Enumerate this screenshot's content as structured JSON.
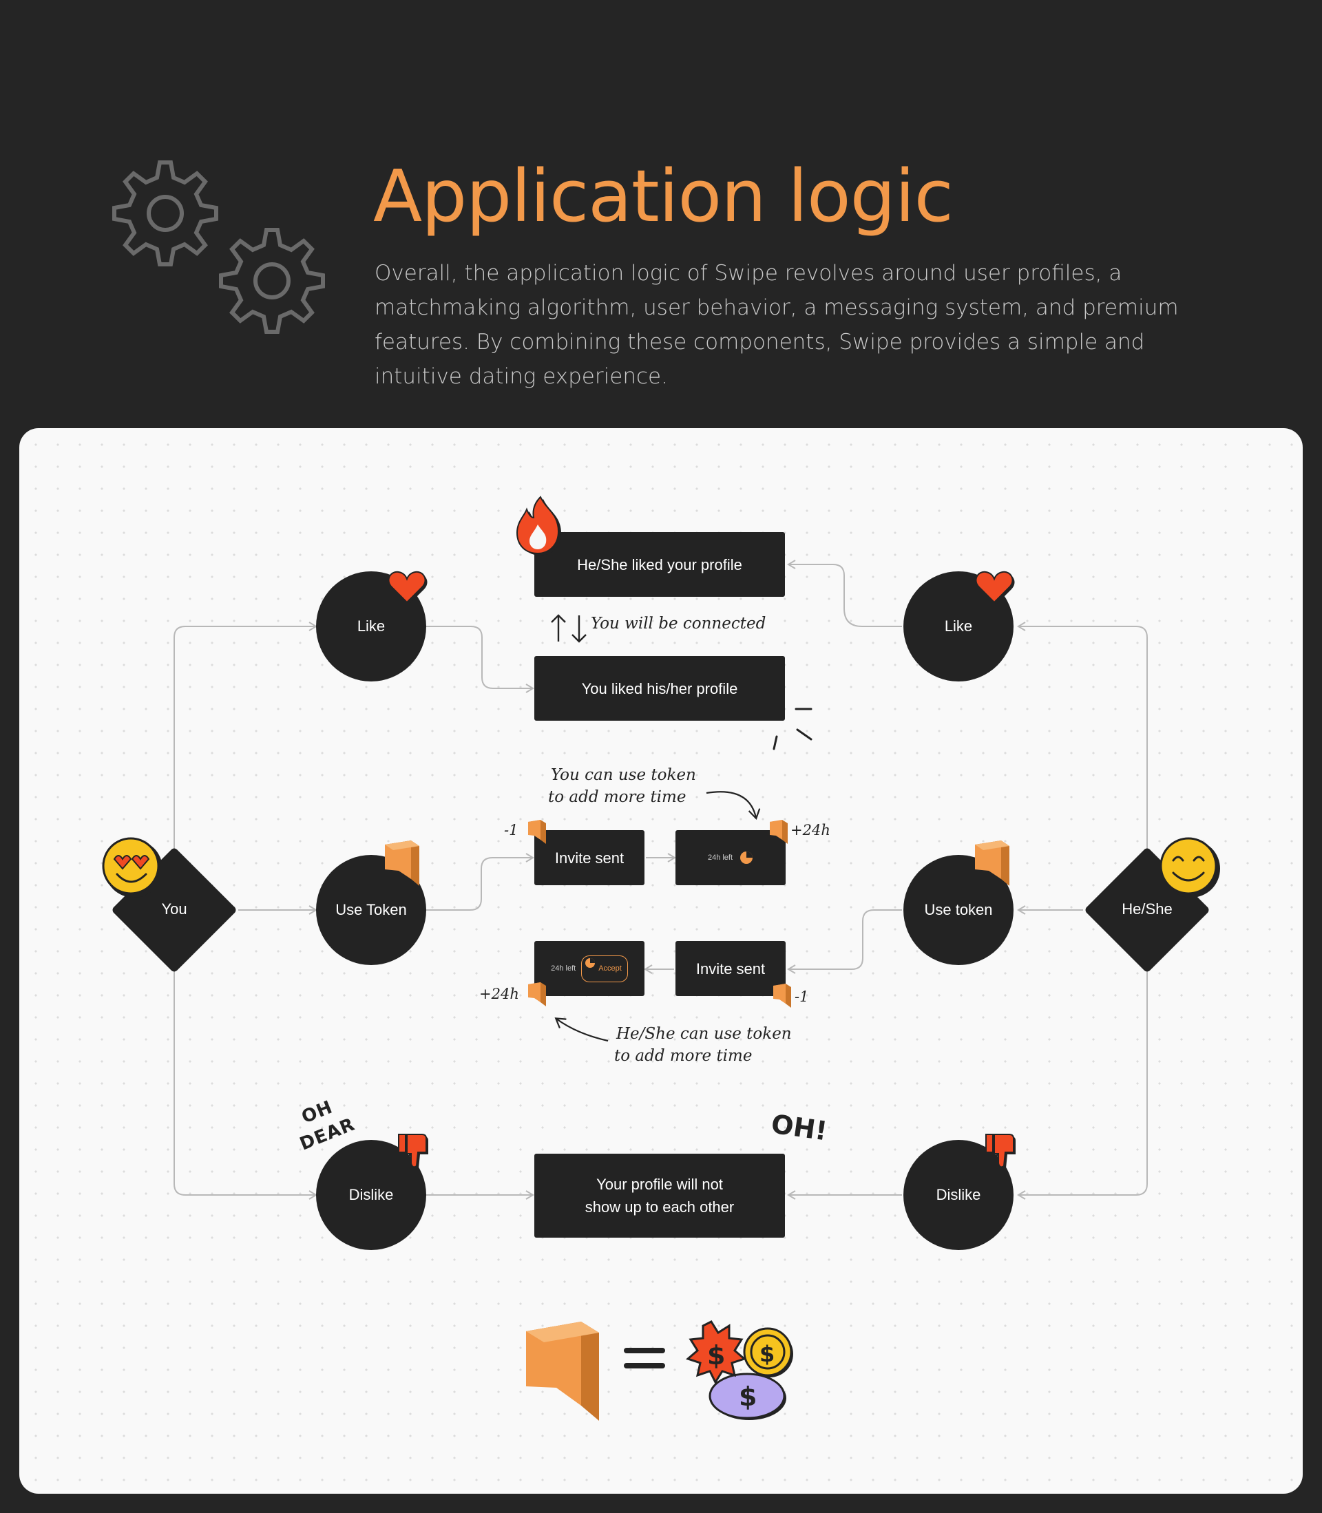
{
  "header": {
    "title": "Application logic",
    "description": "Overall, the application logic of Swipe revolves around user profiles, a matchmaking algorithm, user behavior, a messaging system, and premium features. By combining these components, Swipe provides a simple and intuitive dating experience."
  },
  "diagram": {
    "you": "You",
    "heshe": "He/She",
    "left": {
      "like": "Like",
      "token": "Use Token",
      "dislike": "Dislike"
    },
    "right": {
      "like": "Like",
      "token": "Use token",
      "dislike": "Dislike"
    },
    "boxes": {
      "liked_you": "He/She liked your profile",
      "you_liked": "You liked his/her profile",
      "invite_top": "Invite sent",
      "timer_top": "24h left",
      "invite_bottom": "Invite sent",
      "timer_bottom": "24h left",
      "accept": "Accept",
      "dislike_line1": "Your profile will not",
      "dislike_line2": "show up to each other"
    },
    "notes": {
      "connected": "You will be connected",
      "you_token_1": "You can use token",
      "you_token_2": "to add more time",
      "he_token_1": "He/She can use token",
      "he_token_2": "to add more time",
      "minus_top": "-1",
      "plus_top": "+24h",
      "minus_bottom": "-1",
      "plus_bottom": "+24h",
      "oh_dear_1": "OH",
      "oh_dear_2": "DEAR",
      "oh": "OH!",
      "equals": "="
    }
  },
  "colors": {
    "accent": "#F2994A",
    "heart": "#F04A23",
    "node": "#232323",
    "coin": "#F7C31F",
    "lavender": "#B7A8F0"
  }
}
